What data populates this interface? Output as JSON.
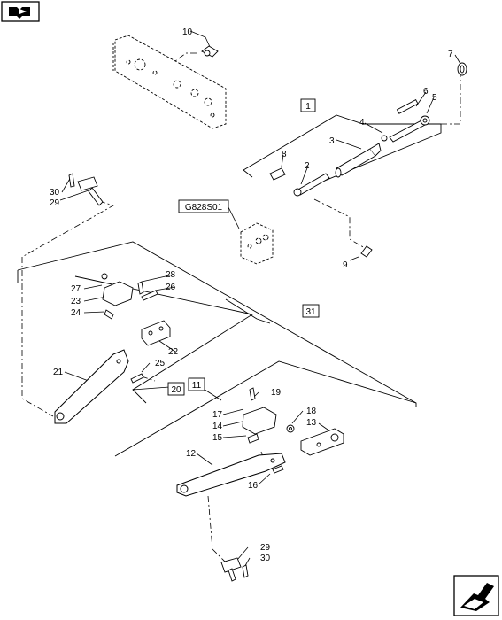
{
  "callouts": {
    "c1": "1",
    "c2": "2",
    "c3": "3",
    "c4": "4",
    "c5": "5",
    "c6": "6",
    "c7": "7",
    "c8": "8",
    "c9": "9",
    "c10": "10",
    "c11": "11",
    "c12": "12",
    "c13": "13",
    "c14": "14",
    "c15": "15",
    "c16": "16",
    "c17": "17",
    "c18": "18",
    "c19": "19",
    "c20": "20",
    "c21": "21",
    "c22": "22",
    "c23": "23",
    "c24": "24",
    "c25": "25",
    "c26": "26",
    "c27": "27",
    "c28": "28",
    "c29a": "29",
    "c30a": "30",
    "c29b": "29",
    "c30b": "30",
    "c31": "31",
    "ref": "G828S01"
  },
  "icons": {
    "top_left": "book-arrow-icon",
    "bottom_right": "next-page-arrow-icon"
  },
  "colors": {
    "line": "#000000",
    "background": "#ffffff"
  }
}
